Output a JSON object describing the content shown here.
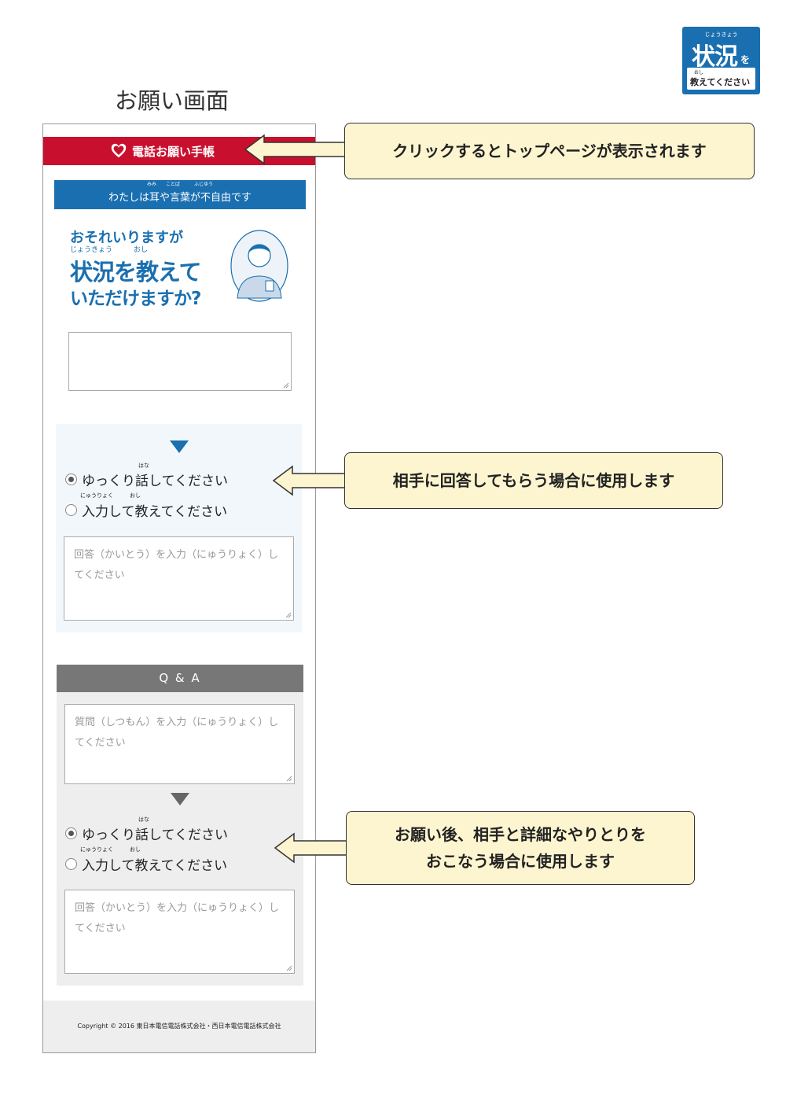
{
  "badge": {
    "ruby": "じょうきょう",
    "title": "状況",
    "particle": "を",
    "sub_ruby": "おし",
    "sub_text": "教えてください"
  },
  "screen_title": "お願い画面",
  "app": {
    "header_title": "電話お願い手帳",
    "notice_ruby": "みみ　　ことば　　　ふじゆう",
    "notice": "わたしは耳や言葉が不自由です",
    "hero_line1": "おそれいりますが",
    "hero_ruby": "じょうきょう　　　おし",
    "hero_line2": "状況を教えて",
    "hero_line3": "いただけますか?",
    "answer_section": {
      "option1_ruby": "はな",
      "option1": "ゆっくり話してください",
      "option2_ruby": "にゅうりょく　　　おし",
      "option2": "入力して教えてください",
      "answer_placeholder": "回答（かいとう）を入力（にゅうりょく）してください"
    },
    "qa": {
      "header": "Q & A",
      "question_placeholder": "質問（しつもん）を入力（にゅうりょく）してください",
      "option1_ruby": "はな",
      "option1": "ゆっくり話してください",
      "option2_ruby": "にゅうりょく　　　おし",
      "option2": "入力して教えてください",
      "answer_placeholder": "回答（かいとう）を入力（にゅうりょく）してください"
    },
    "footer": "Copyright © 2016 東日本電信電話株式会社・西日本電信電話株式会社"
  },
  "callouts": {
    "top": "クリックするとトップページが表示されます",
    "middle": "相手に回答してもらう場合に使用します",
    "bottom_line1": "お願い後、相手と詳細なやりとりを",
    "bottom_line2": "おこなう場合に使用します"
  },
  "colors": {
    "brand_red": "#c8102e",
    "brand_blue": "#1a6fb0",
    "callout_bg": "#fdf5d0"
  }
}
